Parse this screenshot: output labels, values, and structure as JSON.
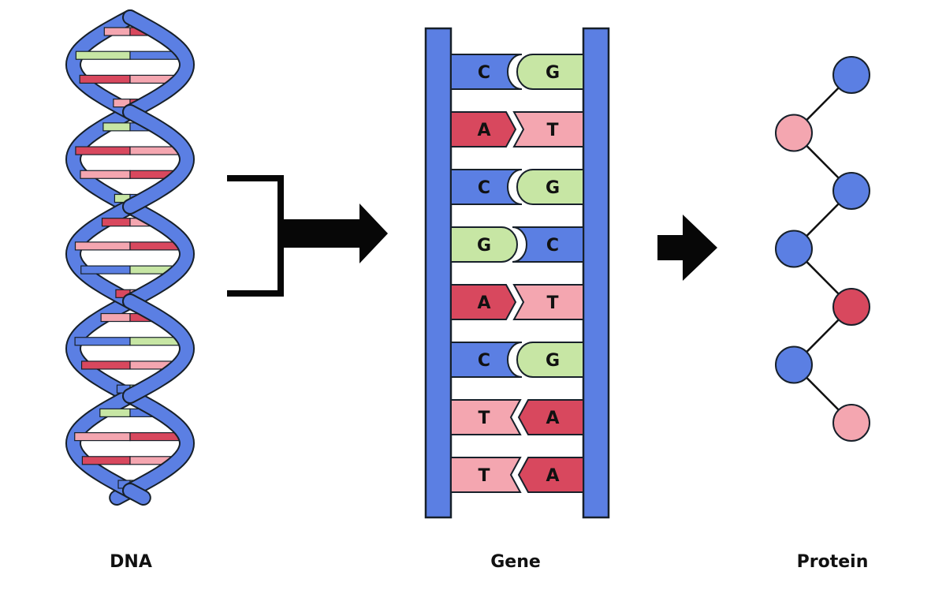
{
  "labels": {
    "dna": "DNA",
    "gene": "Gene",
    "protein": "Protein"
  },
  "colors": {
    "backbone": "#5b7fe3",
    "C": "#5b7fe3",
    "G": "#c7e6a4",
    "A": "#d8485e",
    "T": "#f4a6b0",
    "stroke": "#17202a",
    "arrow": "#070707",
    "bead_blue": "#5b7fe3",
    "bead_pink": "#f4a6b0",
    "bead_red": "#d8485e"
  },
  "gene_pairs": [
    {
      "left": "C",
      "right": "G"
    },
    {
      "left": "A",
      "right": "T"
    },
    {
      "left": "C",
      "right": "G"
    },
    {
      "left": "G",
      "right": "C"
    },
    {
      "left": "A",
      "right": "T"
    },
    {
      "left": "C",
      "right": "G"
    },
    {
      "left": "T",
      "right": "A"
    },
    {
      "left": "T",
      "right": "A"
    }
  ],
  "protein_beads": [
    "blue",
    "pink",
    "blue",
    "blue",
    "red",
    "blue",
    "pink"
  ],
  "dna_rungs": [
    [
      "T",
      "A"
    ],
    [
      "G",
      "C"
    ],
    [
      "A",
      "T"
    ],
    [
      "T",
      "A"
    ],
    [
      "G",
      "C"
    ],
    [
      "A",
      "T"
    ],
    [
      "T",
      "A"
    ],
    [
      "G",
      "C"
    ],
    [
      "A",
      "T"
    ],
    [
      "T",
      "A"
    ],
    [
      "C",
      "G"
    ],
    [
      "A",
      "T"
    ],
    [
      "T",
      "A"
    ],
    [
      "C",
      "G"
    ],
    [
      "A",
      "T"
    ],
    [
      "C",
      "G"
    ],
    [
      "G",
      "C"
    ],
    [
      "T",
      "A"
    ],
    [
      "A",
      "T"
    ],
    [
      "C",
      "G"
    ]
  ]
}
